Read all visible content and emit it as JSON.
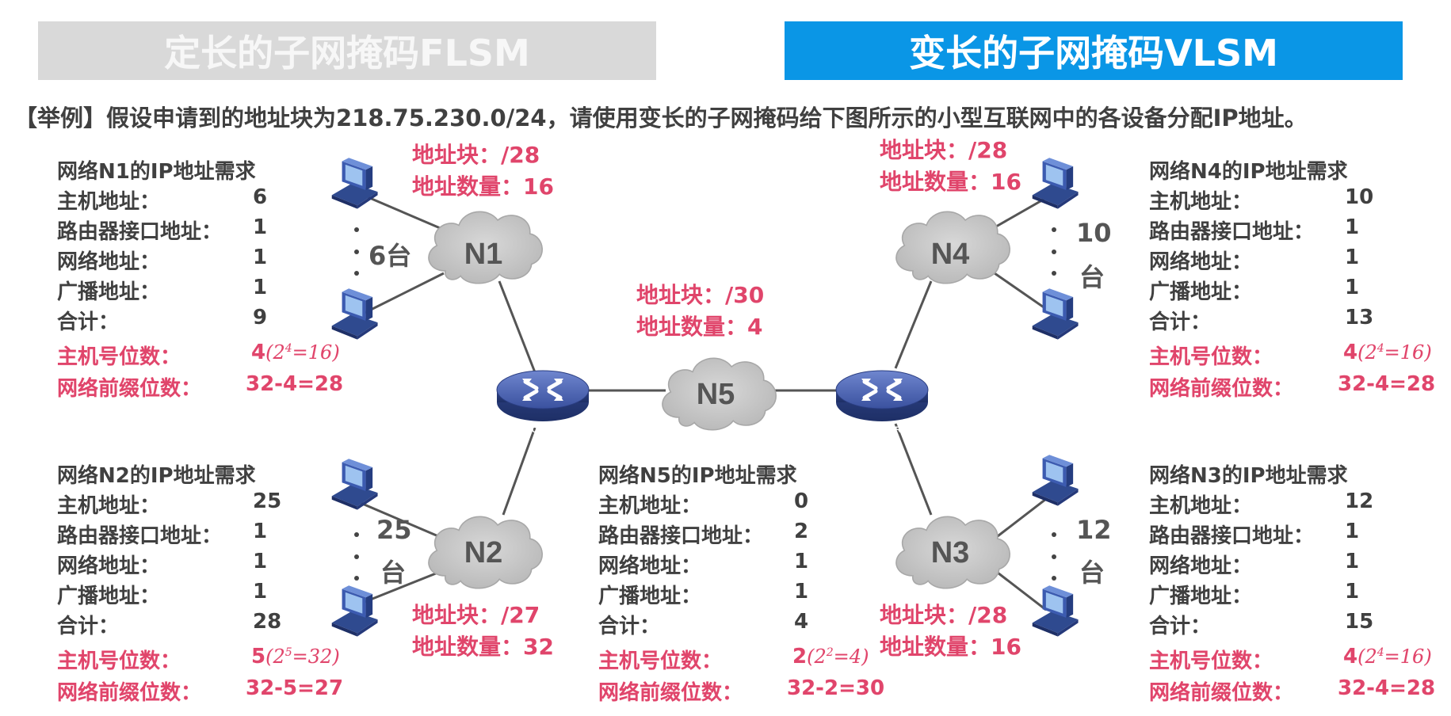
{
  "header": {
    "flsm_label": "定长的子网掩码FLSM",
    "vlsm_label": "变长的子网掩码VLSM"
  },
  "example_text": "【举例】假设申请到的地址块为218.75.230.0/24，请使用变长的子网掩码给下图所示的小型互联网中的各设备分配IP地址。",
  "labels": {
    "host": "主机地址：",
    "router": "路由器接口地址：",
    "network": "网络地址：",
    "broadcast": "广播地址：",
    "total": "合计：",
    "host_bits": "主机号位数：",
    "prefix_bits": "网络前缀位数："
  },
  "requirements": {
    "n1": {
      "title": "网络N1的IP地址需求",
      "host": "6",
      "router": "1",
      "network": "1",
      "broadcast": "1",
      "total": "9",
      "host_bits": "4",
      "formula_base": "2",
      "formula_exp": "4",
      "formula_eq": "=16",
      "prefix": "32-4=28"
    },
    "n2": {
      "title": "网络N2的IP地址需求",
      "host": "25",
      "router": "1",
      "network": "1",
      "broadcast": "1",
      "total": "28",
      "host_bits": "5",
      "formula_base": "2",
      "formula_exp": "5",
      "formula_eq": "=32",
      "prefix": "32-5=27"
    },
    "n5": {
      "title": "网络N5的IP地址需求",
      "host": "0",
      "router": "2",
      "network": "1",
      "broadcast": "1",
      "total": "4",
      "host_bits": "2",
      "formula_base": "2",
      "formula_exp": "2",
      "formula_eq": "=4",
      "prefix": "32-2=30"
    },
    "n4": {
      "title": "网络N4的IP地址需求",
      "host": "10",
      "router": "1",
      "network": "1",
      "broadcast": "1",
      "total": "13",
      "host_bits": "4",
      "formula_base": "2",
      "formula_exp": "4",
      "formula_eq": "=16",
      "prefix": "32-4=28"
    },
    "n3": {
      "title": "网络N3的IP地址需求",
      "host": "12",
      "router": "1",
      "network": "1",
      "broadcast": "1",
      "total": "15",
      "host_bits": "4",
      "formula_base": "2",
      "formula_exp": "4",
      "formula_eq": "=16",
      "prefix": "32-4=28"
    }
  },
  "blocks": {
    "n1": {
      "block": "地址块：/28",
      "count": "地址数量：16"
    },
    "n4": {
      "block": "地址块：/28",
      "count": "地址数量：16"
    },
    "n5": {
      "block": "地址块：/30",
      "count": "地址数量：4"
    },
    "n2": {
      "block": "地址块：/27",
      "count": "地址数量：32"
    },
    "n3": {
      "block": "地址块：/28",
      "count": "地址数量：16"
    }
  },
  "networks": {
    "n1": "N1",
    "n2": "N2",
    "n3": "N3",
    "n4": "N4",
    "n5": "N5"
  },
  "router_label": "ROUTER",
  "host_counts": {
    "n1": "6台",
    "n2_num": "25",
    "n2_unit": "台",
    "n4_num": "10",
    "n4_unit": "台",
    "n3_num": "12",
    "n3_unit": "台"
  },
  "colors": {
    "accent_blue": "#0a96e6",
    "header_gray": "#d9d9d9",
    "highlight_red": "#e0456b",
    "cloud": "#c9c9c9",
    "router": "#3f57a8"
  }
}
